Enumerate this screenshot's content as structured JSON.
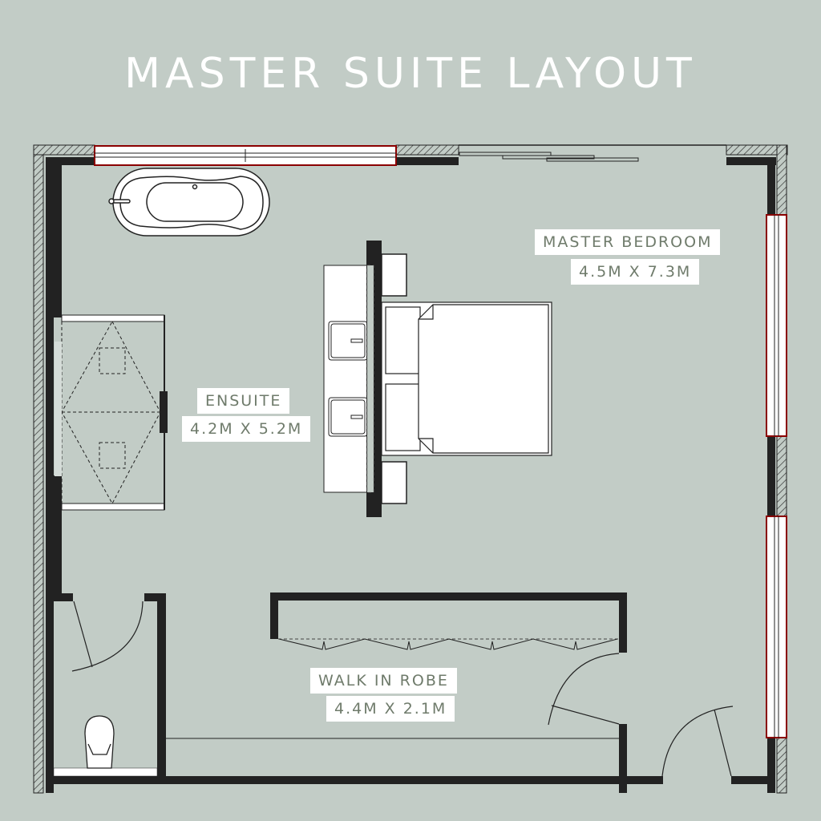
{
  "title": "MASTER SUITE LAYOUT",
  "rooms": [
    {
      "name": "MASTER BEDROOM",
      "dimensions": "4.5M X 7.3M"
    },
    {
      "name": "ENSUITE",
      "dimensions": "4.2M X 5.2M"
    },
    {
      "name": "WALK IN ROBE",
      "dimensions": "4.4M X 2.1M"
    }
  ],
  "colors": {
    "background": "#c2ccc6",
    "wall": "#222222",
    "window_frame": "#8b0000",
    "label_text": "#6f7b6b",
    "label_bg": "#ffffff",
    "title_text": "#ffffff"
  },
  "fixtures": [
    "freestanding-bathtub",
    "walk-in-shower",
    "double-vanity",
    "king-bed",
    "bedside-tables",
    "toilet",
    "wardrobe-bifold-doors",
    "sliding-door",
    "swing-doors"
  ]
}
